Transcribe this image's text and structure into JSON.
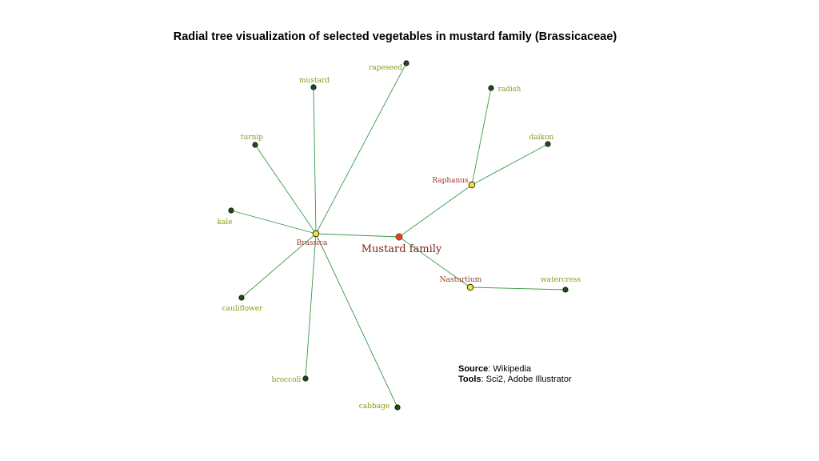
{
  "title": "Radial tree visualization of selected vegetables in mustard family (Brassicaceae)",
  "credits": {
    "source_label": "Source",
    "source_value": ": Wikipedia",
    "tools_label": "Tools",
    "tools_value": ": Sci2, Adobe Illustrator"
  },
  "colors": {
    "edge": "#3a9a48",
    "root_fill": "#d9431e",
    "genus_fill": "#f2e23a",
    "leaf_fill": "#1f4d1a",
    "root_label": "#7a1f14",
    "genus_label": "#9a3a2a",
    "leaf_label": "#8a9a1a"
  },
  "tree": {
    "root": {
      "id": "root",
      "label": "Mustard family"
    },
    "genera": [
      {
        "id": "brassica",
        "label": "Brassica",
        "children": [
          "rapeseed",
          "mustard",
          "turnip",
          "kale",
          "cauliflower",
          "broccoli",
          "cabbage"
        ]
      },
      {
        "id": "raphanus",
        "label": "Raphanus",
        "children": [
          "radish",
          "daikon"
        ]
      },
      {
        "id": "nasturtium",
        "label": "Nasturtium",
        "children": [
          "watercress"
        ]
      }
    ]
  }
}
